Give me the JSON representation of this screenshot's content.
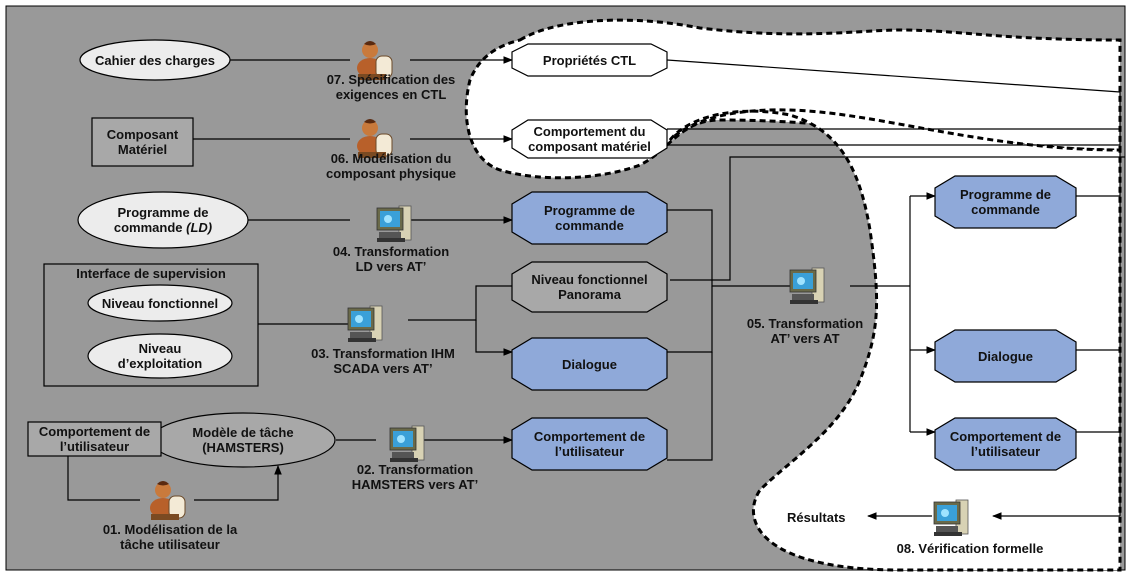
{
  "inputs": {
    "cahier": "Cahier des charges",
    "composant_materiel": "Composant\nMatériel",
    "programme_ld_line1": "Programme de",
    "programme_ld_line2a": "commande ",
    "programme_ld_line2b": "(LD)",
    "interface_title": "Interface de supervision",
    "niveau_fonctionnel": "Niveau fonctionnel",
    "niveau_exploitation": "Niveau\nd’exploitation",
    "comportement_utilisateur": "Comportement de\nl’utilisateur",
    "modele_tache": "Modèle de tâche\n(HAMSTERS)"
  },
  "steps": {
    "s07": "07. Spécification des\nexigences en CTL",
    "s06": "06. Modélisation du\ncomposant physique",
    "s04": "04. Transformation\nLD vers AT’",
    "s03": "03. Transformation IHM\nSCADA vers AT’",
    "s02": "02. Transformation\nHAMSTERS vers AT’",
    "s01": "01. Modélisation de la\ntâche utilisateur",
    "s05": "05. Transformation\nAT’ vers AT",
    "s08": "08. Vérification formelle"
  },
  "models": {
    "proprietes_ctl": "Propriétés CTL",
    "comportement_composant": "Comportement du\ncomposant matériel",
    "programme_commande": "Programme de\ncommande",
    "niveau_panorama": "Niveau fonctionnel\nPanorama",
    "dialogue": "Dialogue",
    "comportement_user_model": "Comportement de\nl’utilisateur"
  },
  "right_models": {
    "programme_commande": "Programme de\ncommande",
    "dialogue": "Dialogue",
    "comportement_user": "Comportement de\nl’utilisateur"
  },
  "output": {
    "resultats": "Résultats"
  },
  "colors": {
    "background": "#999999",
    "model_fill": "#8fa9d9",
    "white": "#ffffff",
    "stroke": "#000000"
  }
}
